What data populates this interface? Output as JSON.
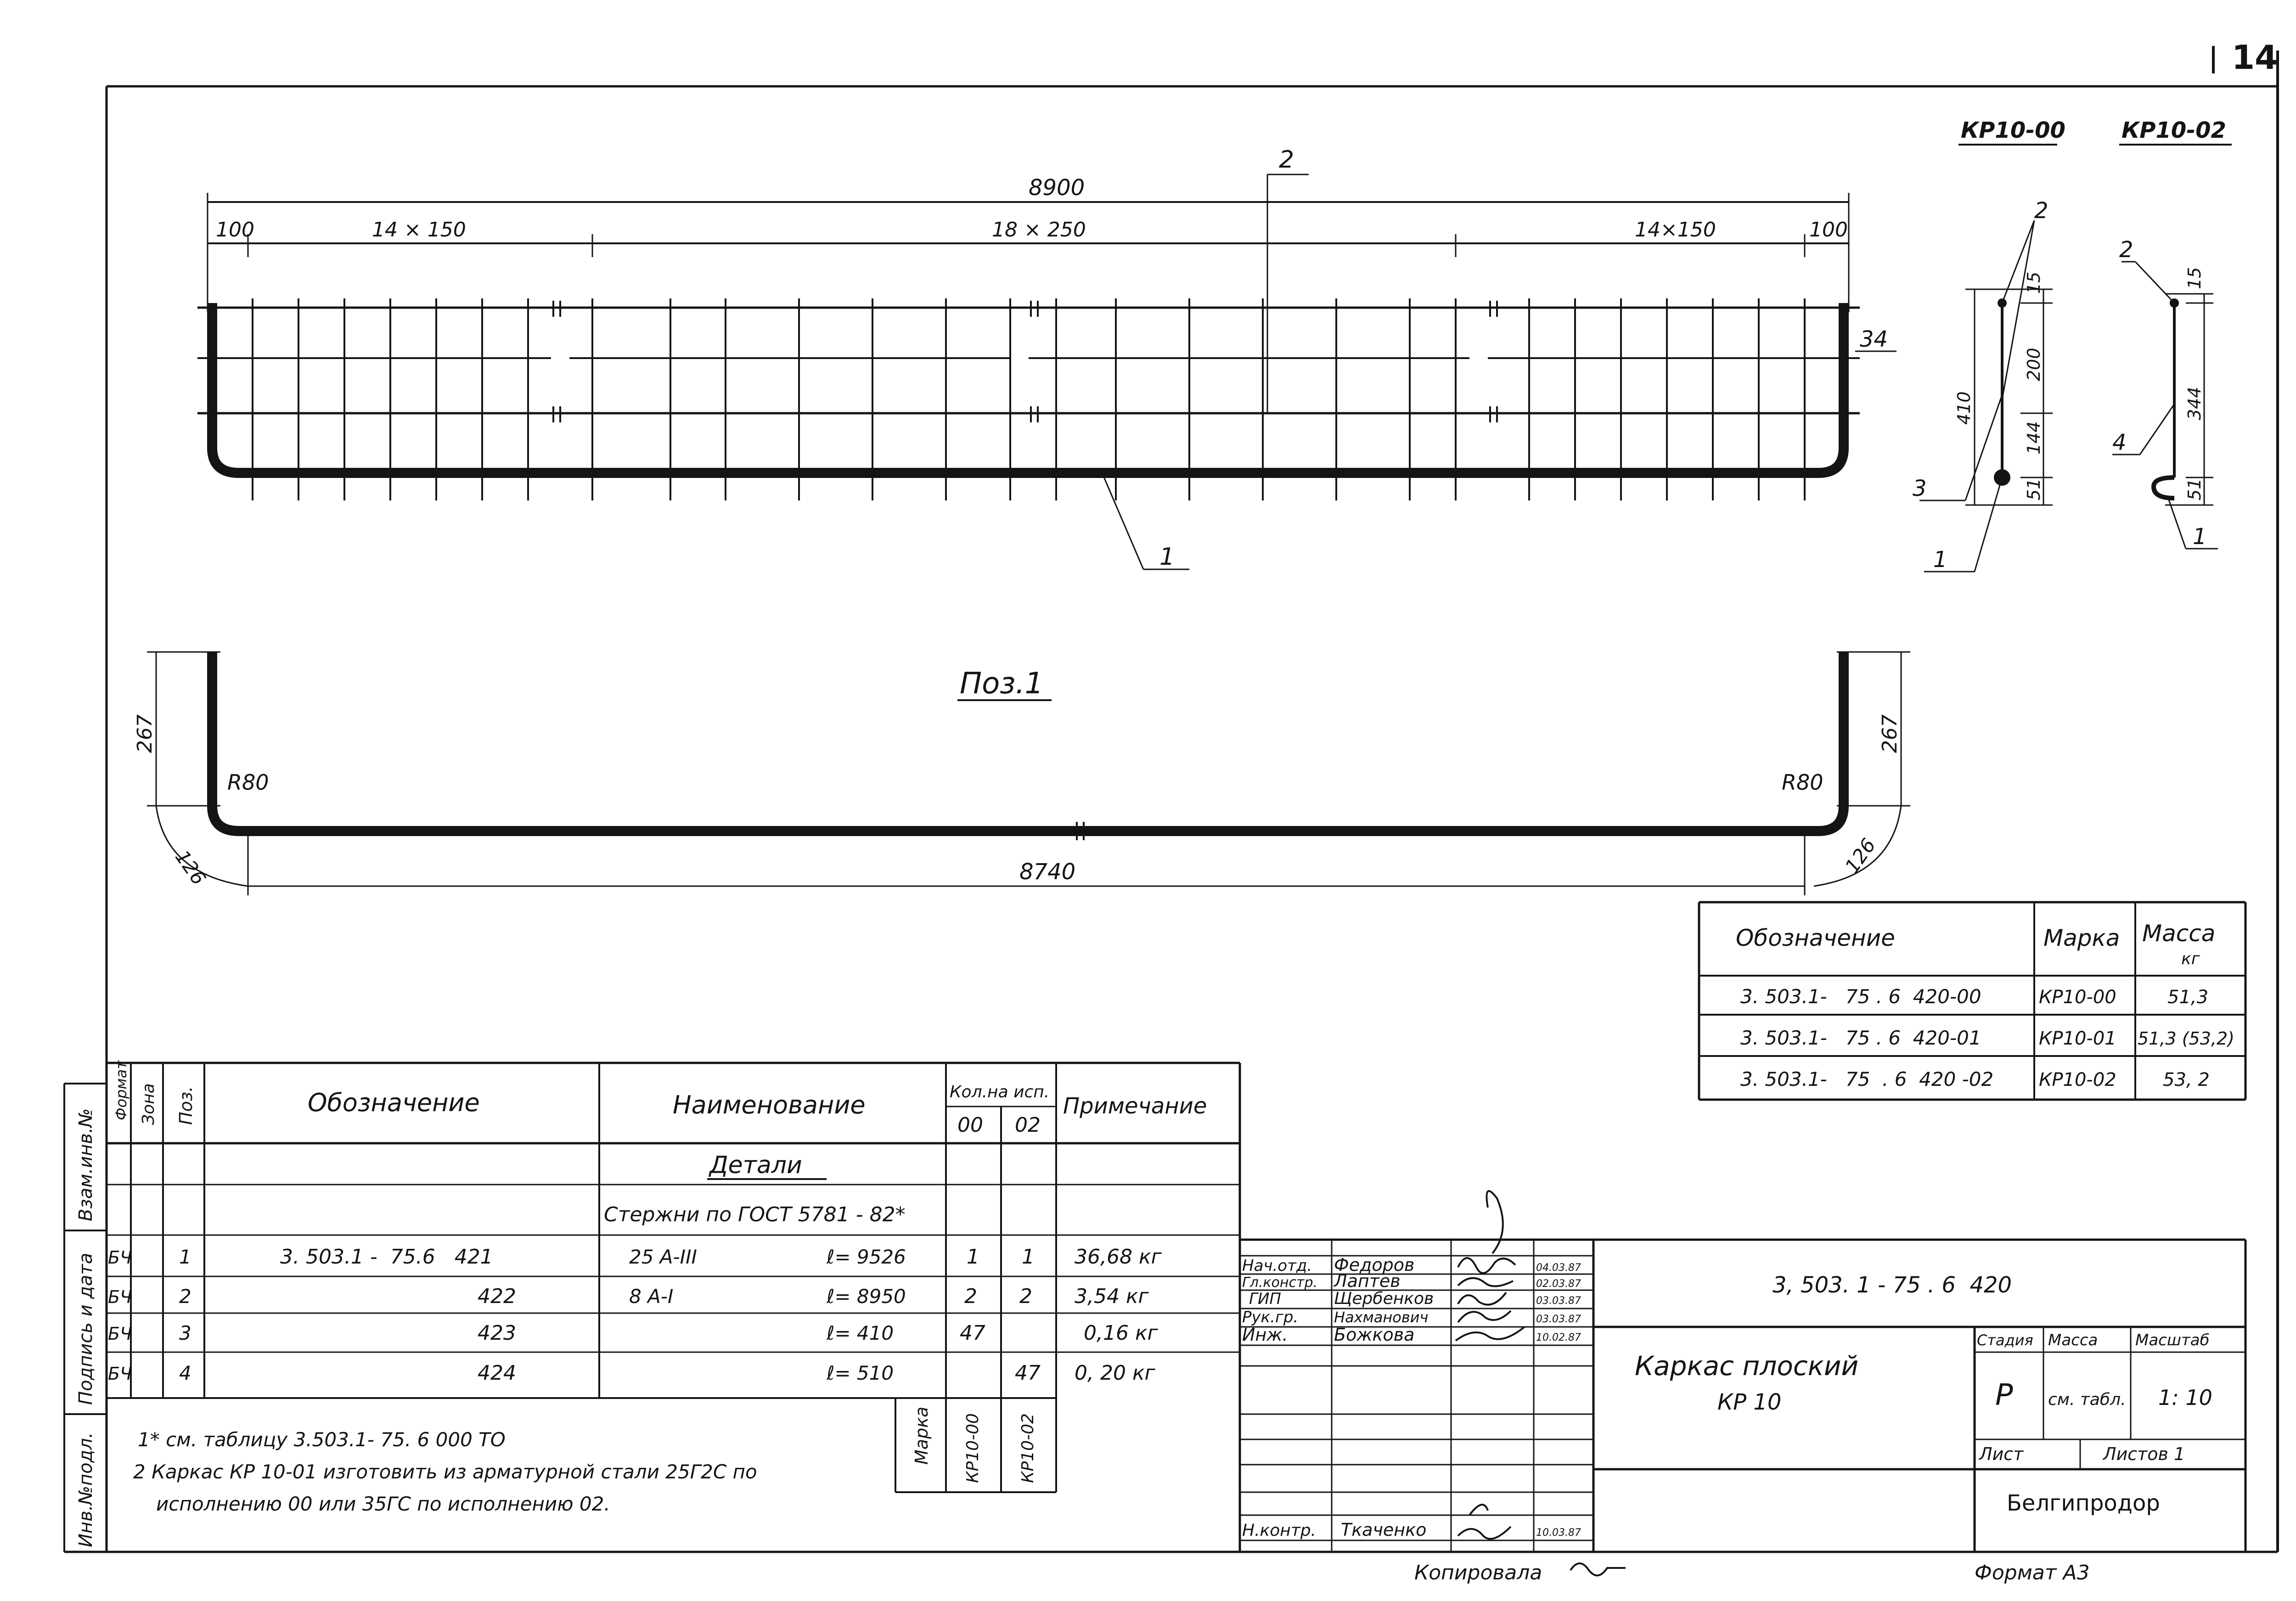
{
  "sheet_number": "14",
  "top_labels": {
    "variant_a": "КР10-00",
    "variant_b": "КР10-02"
  },
  "main_view": {
    "overall": "8900",
    "left_end": "100",
    "left_group": "14 × 150",
    "middle_group": "18 × 250",
    "right_group": "14×150",
    "right_end": "100",
    "side_dim": "34",
    "callout_top": "2",
    "callout_bottom": "1"
  },
  "section_a": {
    "dims": [
      "15",
      "200",
      "144",
      "51"
    ],
    "height": "410",
    "callouts": [
      "2",
      "3",
      "1"
    ]
  },
  "section_b": {
    "dims": [
      "15",
      "344",
      "51"
    ],
    "callouts": [
      "2",
      "4",
      "1"
    ]
  },
  "position1": {
    "title": "Поз.1",
    "left_height": "267",
    "left_radius": "R80",
    "left_diag": "126",
    "right_height": "267",
    "right_radius": "R80",
    "right_diag": "126",
    "length": "8740"
  },
  "mass_table": {
    "headers": {
      "designation": "Обозначение",
      "mark": "Марка",
      "mass": "Масса",
      "mass_unit": "кг"
    },
    "rows": [
      {
        "designation": "3. 503.1-   75 . 6  420-00",
        "mark": "КР10-00",
        "mass": "51,3"
      },
      {
        "designation": "3. 503.1-   75 . 6  420-01",
        "mark": "КР10-01",
        "mass": "51,3 (53,2)"
      },
      {
        "designation": "3. 503.1-   75  . 6  420 -02",
        "mark": "КР10-02",
        "mass": "53, 2"
      }
    ]
  },
  "spec_table": {
    "headers": {
      "format": "Формат",
      "zone": "Зона",
      "pos": "Поз.",
      "designation": "Обозначение",
      "name": "Наименование",
      "qty": "Кол.на исп.",
      "qty_a": "00",
      "qty_b": "02",
      "note": "Примечание"
    },
    "section_title": "Детали",
    "subtitle": "Стержни по ГОСТ 5781 - 82*",
    "rows": [
      {
        "format": "БЧ",
        "pos": "1",
        "designation": "3. 503.1 -  75.6   421",
        "grade": "25 А-III",
        "length": "ℓ= 9526",
        "qty_a": "1",
        "qty_b": "1",
        "note": "36,68 кг"
      },
      {
        "format": "БЧ",
        "pos": "2",
        "designation": "422",
        "grade": "8 А-I",
        "length": "ℓ= 8950",
        "qty_a": "2",
        "qty_b": "2",
        "note": "3,54 кг"
      },
      {
        "format": "БЧ",
        "pos": "3",
        "designation": "423",
        "grade": "",
        "length": "ℓ= 410",
        "qty_a": "47",
        "qty_b": "",
        "note": "0,16 кг"
      },
      {
        "format": "БЧ",
        "pos": "4",
        "designation": "424",
        "grade": "",
        "length": "ℓ= 510",
        "qty_a": "",
        "qty_b": "47",
        "note": "0, 20 кг"
      }
    ],
    "notes": [
      "1* см. таблицу 3.503.1- 75. 6 000 ТО",
      "2  Каркас КР 10-01 изготовить из арматурной стали 25Г2С по",
      "исполнению 00 или 35ГС по исполнению 02."
    ],
    "mark_label": "Марка",
    "mark_a": "КР10-00",
    "mark_b": "КР10-02"
  },
  "left_strip": [
    "Взам.инв.№",
    "Подпись и дата",
    "Инв.№подл."
  ],
  "title_block": {
    "people": [
      {
        "role": "Нач.отд.",
        "name": "Федоров",
        "date": "04.03.87"
      },
      {
        "role": "Гл.констр.",
        "name": "Лаптев",
        "date": "02.03.87"
      },
      {
        "role": "ГИП",
        "name": "Щербенков",
        "date": "03.03.87"
      },
      {
        "role": "Рук.гр.",
        "name": "Нахманович",
        "date": "03.03.87"
      },
      {
        "role": "Инж.",
        "name": "Божкова",
        "date": "10.02.87"
      }
    ],
    "control": {
      "role": "Н.контр.",
      "name": "Ткаченко",
      "date": "10.03.87"
    },
    "doc_number": "3, 503. 1 - 75 . 6  420",
    "title": "Каркас  плоский",
    "subtitle": "КР 10",
    "stage_label": "Стадия",
    "mass_label": "Масса",
    "scale_label": "Масштаб",
    "stage": "Р",
    "mass_value": "см. табл.",
    "scale": "1: 10",
    "sheet_label": "Лист",
    "sheets_label": "Листов 1",
    "organization": "Белгипродор",
    "copied": "Копировала",
    "format": "Формат  А3"
  }
}
